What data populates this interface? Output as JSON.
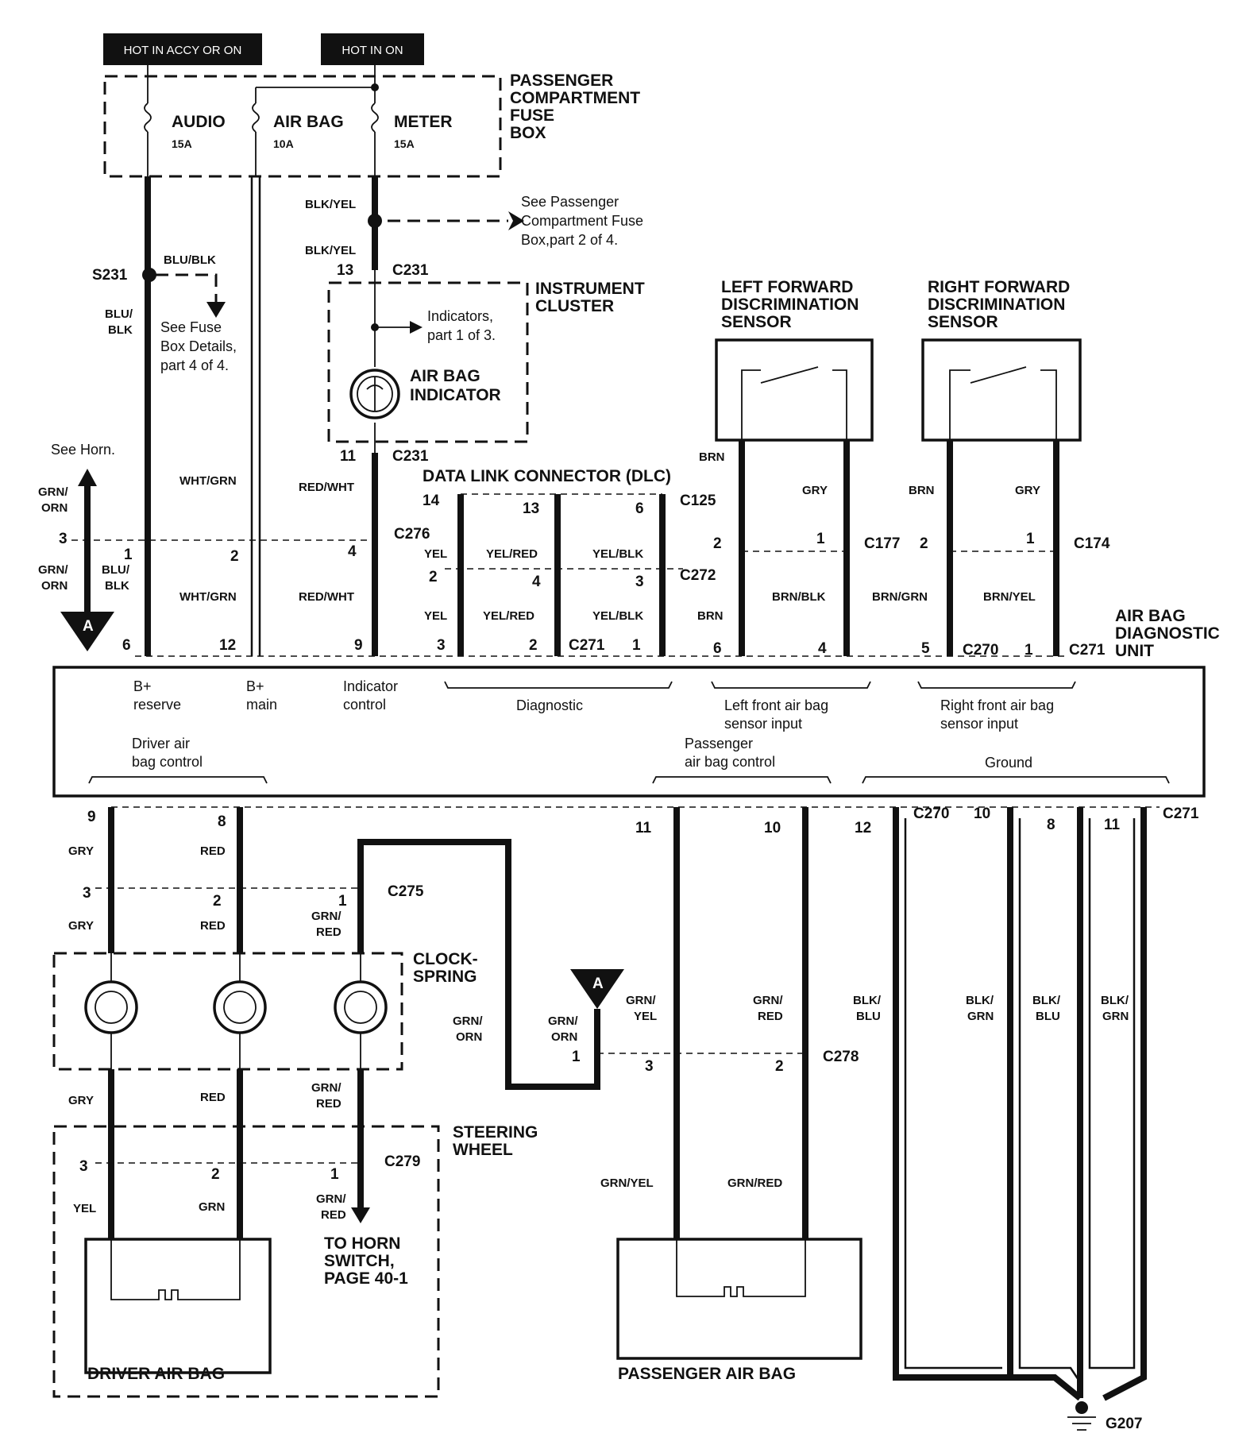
{
  "hot_labels": {
    "accy": "HOT IN ACCY OR ON",
    "on": "HOT IN ON"
  },
  "fuse_box": {
    "title": [
      "PASSENGER",
      "COMPARTMENT",
      "FUSE",
      "BOX"
    ],
    "fuses": [
      {
        "name": "AUDIO",
        "amps": "15A"
      },
      {
        "name": "AIR BAG",
        "amps": "10A"
      },
      {
        "name": "METER",
        "amps": "15A"
      }
    ]
  },
  "refs": {
    "fuse_box_part2": [
      "See Passenger",
      "Compartment Fuse",
      "Box,part 2 of 4."
    ],
    "fuse_box_part4": [
      "See Fuse",
      "Box Details,",
      "part 4 of 4."
    ],
    "indicators": [
      "Indicators,",
      "part 1 of 3."
    ],
    "horn": "See Horn.",
    "horn_switch": [
      "TO HORN",
      "SWITCH,",
      "PAGE 40-1"
    ]
  },
  "splice": "S231",
  "instrument_cluster": {
    "title": [
      "INSTRUMENT",
      "CLUSTER"
    ],
    "indicator": [
      "AIR BAG",
      "INDICATOR"
    ]
  },
  "dlc_title": "DATA LINK CONNECTOR (DLC)",
  "sensors": {
    "left": [
      "LEFT FORWARD",
      "DISCRIMINATION",
      "SENSOR"
    ],
    "right": [
      "RIGHT FORWARD",
      "DISCRIMINATION",
      "SENSOR"
    ]
  },
  "unit": {
    "title": [
      "AIR BAG",
      "DIAGNOSTIC",
      "UNIT"
    ],
    "functions": {
      "b_reserve": [
        "B+",
        "reserve"
      ],
      "b_main": [
        "B+",
        "main"
      ],
      "indicator": [
        "Indicator",
        "control"
      ],
      "diagnostic": "Diagnostic",
      "left_sensor": [
        "Left  front air bag",
        "sensor input"
      ],
      "right_sensor": [
        "Right front air bag",
        "sensor input"
      ],
      "driver_ctrl": [
        "Driver  air",
        "bag control"
      ],
      "pass_ctrl": [
        "Passenger",
        "air bag control"
      ],
      "ground": "Ground"
    }
  },
  "connectors": {
    "c231": "C231",
    "c276": "C276",
    "c125": "C125",
    "c272": "C272",
    "c271": "C271",
    "c177": "C177",
    "c174": "C174",
    "c270": "C270",
    "c275": "C275",
    "c278": "C278",
    "c279": "C279"
  },
  "wires": {
    "blk_yel": "BLK/YEL",
    "blu_blk": "BLU/BLK",
    "blu_blk_split": [
      "BLU/",
      "BLK"
    ],
    "wht_grn": "WHT/GRN",
    "red_wht": "RED/WHT",
    "grn_orn_split": [
      "GRN/",
      "ORN"
    ],
    "yel": "YEL",
    "yel_red": "YEL/RED",
    "yel_blk": "YEL/BLK",
    "brn": "BRN",
    "gry": "GRY",
    "brn_blk": "BRN/BLK",
    "brn_grn": "BRN/GRN",
    "brn_yel": "BRN/YEL",
    "red": "RED",
    "grn_red_split": [
      "GRN/",
      "RED"
    ],
    "grn_yel_split": [
      "GRN/",
      "YEL"
    ],
    "blk_blu_split": [
      "BLK/",
      "BLU"
    ],
    "blk_grn_split": [
      "BLK/",
      "GRN"
    ],
    "grn": "GRN",
    "grn_yel": "GRN/YEL",
    "grn_red": "GRN/RED"
  },
  "components": {
    "clockspring": [
      "CLOCK-",
      "SPRING"
    ],
    "steering": [
      "STEERING",
      "WHEEL"
    ],
    "driver_bag": "DRIVER AIR BAG",
    "passenger_bag": "PASSENGER AIR BAG",
    "ground": "G207"
  },
  "offpage": "A",
  "pins": {
    "p1": "1",
    "p2": "2",
    "p3": "3",
    "p4": "4",
    "p5": "5",
    "p6": "6",
    "p8": "8",
    "p9": "9",
    "p10": "10",
    "p11": "11",
    "p12": "12",
    "p13": "13",
    "p14": "14"
  }
}
